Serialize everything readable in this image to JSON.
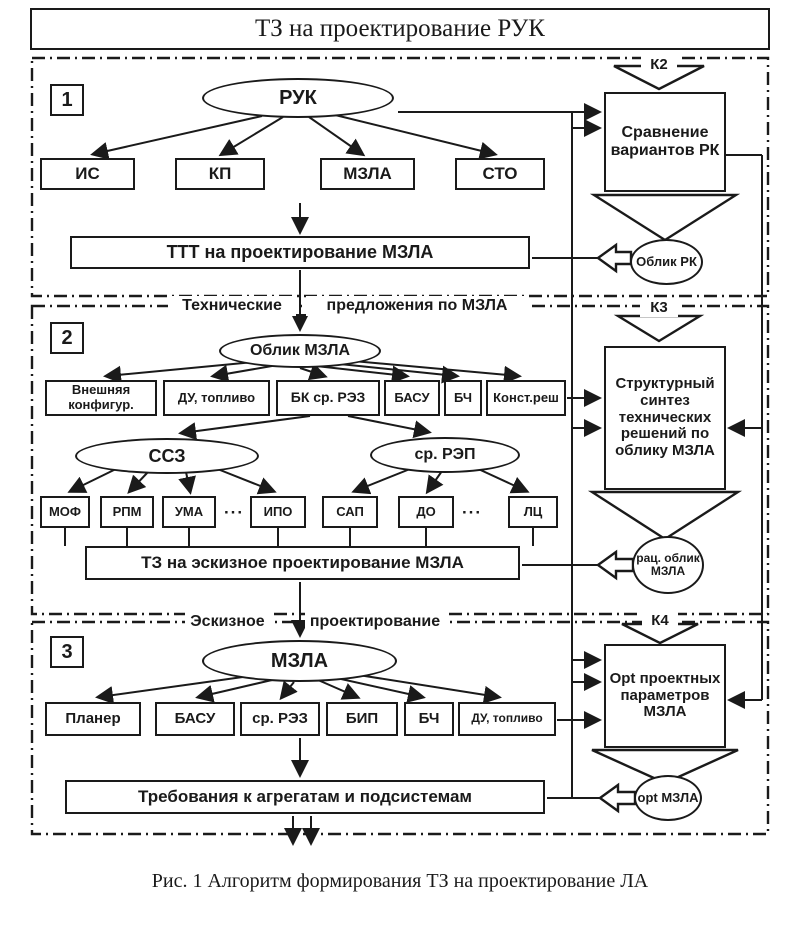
{
  "title": "ТЗ на проектирование РУК",
  "caption": "Рис. 1 Алгоритм формирования ТЗ на проектирование ЛА",
  "colors": {
    "ink": "#1a1a1a",
    "background": "#ffffff"
  },
  "section1": {
    "number": "1",
    "root": "РУК",
    "children": [
      "ИС",
      "КП",
      "МЗЛА",
      "СТО"
    ],
    "output": "ТТТ на проектирование МЗЛА",
    "gate": "К2",
    "process": "Сравнение вариантов РК",
    "result": "Облик РК"
  },
  "section2": {
    "number": "2",
    "header": [
      "Технические",
      "предложения по МЗЛА"
    ],
    "root": "Облик МЗЛА",
    "children": [
      "Внешняя конфигур.",
      "ДУ, топливо",
      "БК ср. РЭЗ",
      "БАСУ",
      "БЧ",
      "Конст.реш"
    ],
    "subgroups": [
      "ССЗ",
      "ср. РЭП"
    ],
    "leaves": [
      "МОФ",
      "РПМ",
      "УМА",
      "ИПО",
      "САП",
      "ДО",
      "ЛЦ"
    ],
    "ellipsis": "···",
    "output": "ТЗ на эскизное проектирование МЗЛА",
    "gate": "К3",
    "process": "Структурный синтез технических решений по облику МЗЛА",
    "result": "рац. облик МЗЛА"
  },
  "section3": {
    "number": "3",
    "header": [
      "Эскизное",
      "проектирование"
    ],
    "root": "МЗЛА",
    "children": [
      "Планер",
      "БАСУ",
      "ср. РЭЗ",
      "БИП",
      "БЧ",
      "ДУ, топливо"
    ],
    "output": "Требования к агрегатам и подсистемам",
    "gate": "К4",
    "process": "Opt проектных параметров МЗЛА",
    "result": "opt МЗЛА"
  }
}
